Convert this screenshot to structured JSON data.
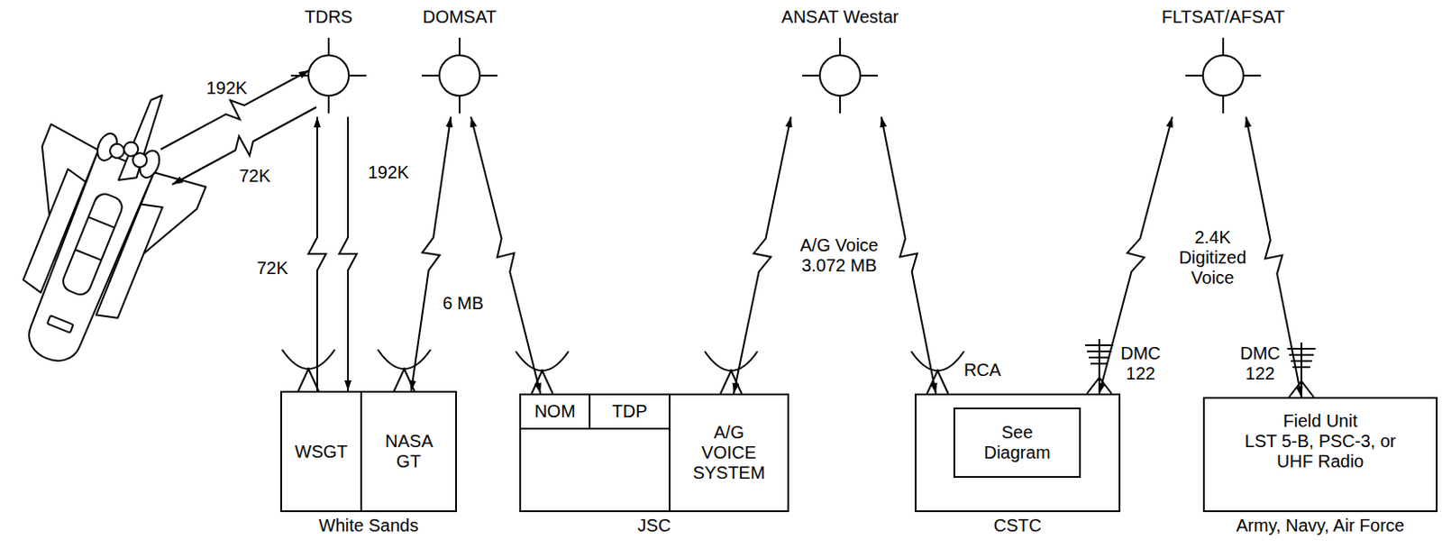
{
  "diagram": {
    "nodes": [
      {
        "text": [
          "TDRS"
        ]
      },
      {
        "text": [
          "DOMSAT"
        ]
      },
      {
        "text": [
          "ANSAT Westar"
        ]
      },
      {
        "text": [
          "FLTSAT/AFSAT"
        ]
      },
      {
        "text": [
          "White Sands"
        ]
      },
      {
        "text": [
          "WSGT"
        ],
        "in": 4
      },
      {
        "text": [
          "NASA GT"
        ],
        "in": 4
      },
      {
        "text": [
          "JSC"
        ]
      },
      {
        "text": [
          "NOM"
        ],
        "in": 7
      },
      {
        "text": [
          "TDP"
        ],
        "in": 7
      },
      {
        "text": [
          "A/G VOICE SYSTEM"
        ],
        "in": 7
      },
      {
        "text": [
          "CSTC"
        ]
      },
      {
        "text": [
          "See Diagram"
        ],
        "in": 11
      },
      {
        "text": [
          "Field Unit",
          "LST 5-B, PSC-3, or UHF Radio",
          "Army, Navy, Air Force"
        ]
      }
    ],
    "edges": [
      {
        "from": 5,
        "to": 0,
        "arrow": "to",
        "label": "72K"
      },
      {
        "from": 0,
        "to": 5,
        "arrow": "to",
        "label": "192K"
      },
      {
        "from": 1,
        "to": 6,
        "arrow": "both",
        "label": "6 MB"
      },
      {
        "from": 1,
        "to": 8,
        "arrow": "both"
      },
      {
        "from": 2,
        "to": 10,
        "arrow": "both",
        "label": "A/G Voice 3.072 MB"
      },
      {
        "from": 2,
        "to": 11,
        "arrow": "both"
      },
      {
        "from": 3,
        "to": 11,
        "arrow": "both",
        "label": "2.4K Digitized Voice"
      },
      {
        "from": 3,
        "to": 13,
        "arrow": "both"
      }
    ],
    "labels": [
      "192K",
      "72K",
      "RCA",
      "DMC 122",
      "DMC 122"
    ]
  }
}
